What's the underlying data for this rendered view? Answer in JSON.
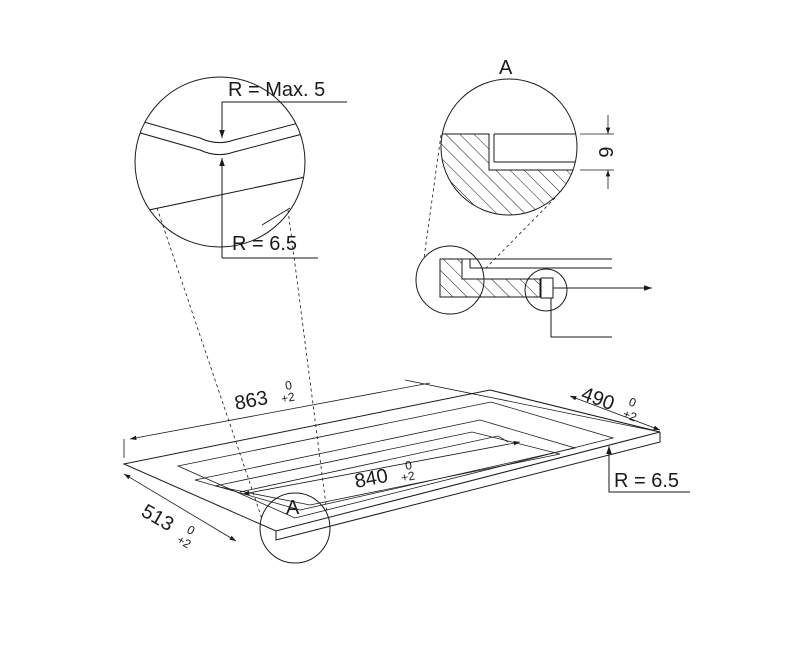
{
  "labels": {
    "radius_max": "R = Max. 5",
    "radius_detail": "R = 6.5",
    "radius_main": "R = 6.5",
    "detail_a_title": "A",
    "detail_a_marker": "A",
    "depth": "6"
  },
  "dimensions": {
    "length_outer": {
      "value": "863",
      "upper": "0",
      "lower": "+2"
    },
    "length_inner": {
      "value": "840",
      "upper": "0",
      "lower": "+2"
    },
    "depth_outer": {
      "value": "513",
      "upper": "0",
      "lower": "+2"
    },
    "depth_inner": {
      "value": "490",
      "upper": "0",
      "lower": "+2"
    }
  }
}
